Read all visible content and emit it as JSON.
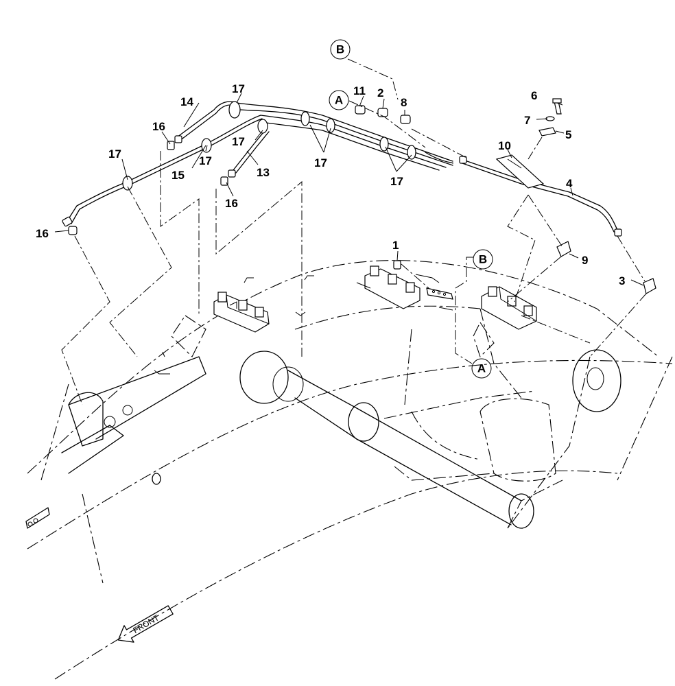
{
  "callouts": {
    "c1": "1",
    "c2": "2",
    "c3": "3",
    "c4": "4",
    "c5": "5",
    "c6": "6",
    "c7": "7",
    "c8": "8",
    "c9": "9",
    "c10": "10",
    "c11": "11",
    "c13": "13",
    "c14": "14",
    "c15": "15",
    "c16a": "16",
    "c16b": "16",
    "c16c": "16",
    "c17a": "17",
    "c17b": "17",
    "c17c": "17",
    "c17d": "17",
    "c17e": "17",
    "c17f": "17"
  },
  "reference_marks": {
    "a_top": "A",
    "a_bottom": "A",
    "b_top": "B",
    "b_mid": "B"
  },
  "orientation_label": "FRONT"
}
